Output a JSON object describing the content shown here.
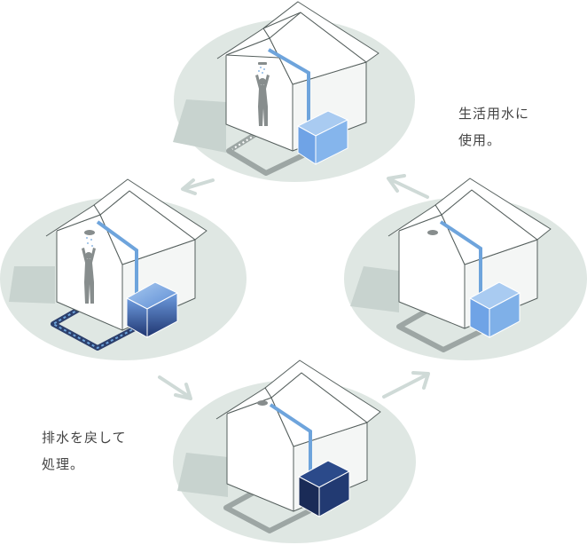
{
  "captions": {
    "use": {
      "line1": "生活用水に",
      "line2": "使用。"
    },
    "treat": {
      "line1": "排水を戻して",
      "line2": "処理。"
    }
  },
  "colors": {
    "ellipse": "#dfe7e3",
    "shadow": "#c8d3cf",
    "wall_front": "#ffffff",
    "wall_side": "#f4f6f5",
    "outline": "#555f5d",
    "pipe": "#6ea4dc",
    "arrow": "#cfdad7",
    "drain_gray": "#9da6a4",
    "drain_dark": "#2c3f6c",
    "person": "#878d8d",
    "tank_light": "#7fb0e8",
    "tank_mid": "#2b4a8a",
    "tank_dark": "#1a2b57"
  },
  "icons": [
    "shower-head-icon",
    "person-icon",
    "water-tank-icon",
    "house-icon",
    "cycle-arrow-icon"
  ]
}
